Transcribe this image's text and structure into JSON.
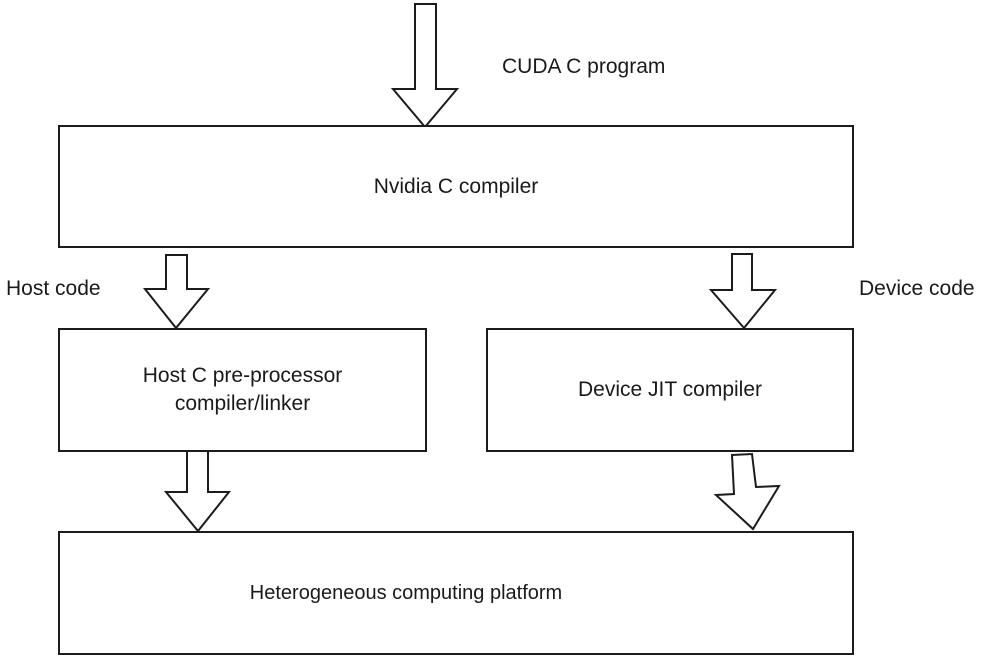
{
  "diagram": {
    "input_label": "CUDA C program",
    "nodes": {
      "nvcc": {
        "label": "Nvidia C compiler"
      },
      "host_compiler": {
        "label_lines": [
          "Host C pre-processor",
          "compiler/linker"
        ]
      },
      "device_jit": {
        "label": "Device JIT compiler"
      },
      "platform": {
        "label": "Heterogeneous computing platform"
      }
    },
    "edge_labels": {
      "host": "Host code",
      "device": "Device code"
    },
    "edges": [
      {
        "from": "input",
        "to": "nvcc",
        "style": "block-arrow"
      },
      {
        "from": "nvcc",
        "to": "host_compiler",
        "label": "Host code",
        "style": "block-arrow"
      },
      {
        "from": "nvcc",
        "to": "device_jit",
        "label": "Device code",
        "style": "block-arrow"
      },
      {
        "from": "host_compiler",
        "to": "platform",
        "style": "block-arrow"
      },
      {
        "from": "device_jit",
        "to": "platform",
        "style": "block-arrow"
      }
    ]
  }
}
